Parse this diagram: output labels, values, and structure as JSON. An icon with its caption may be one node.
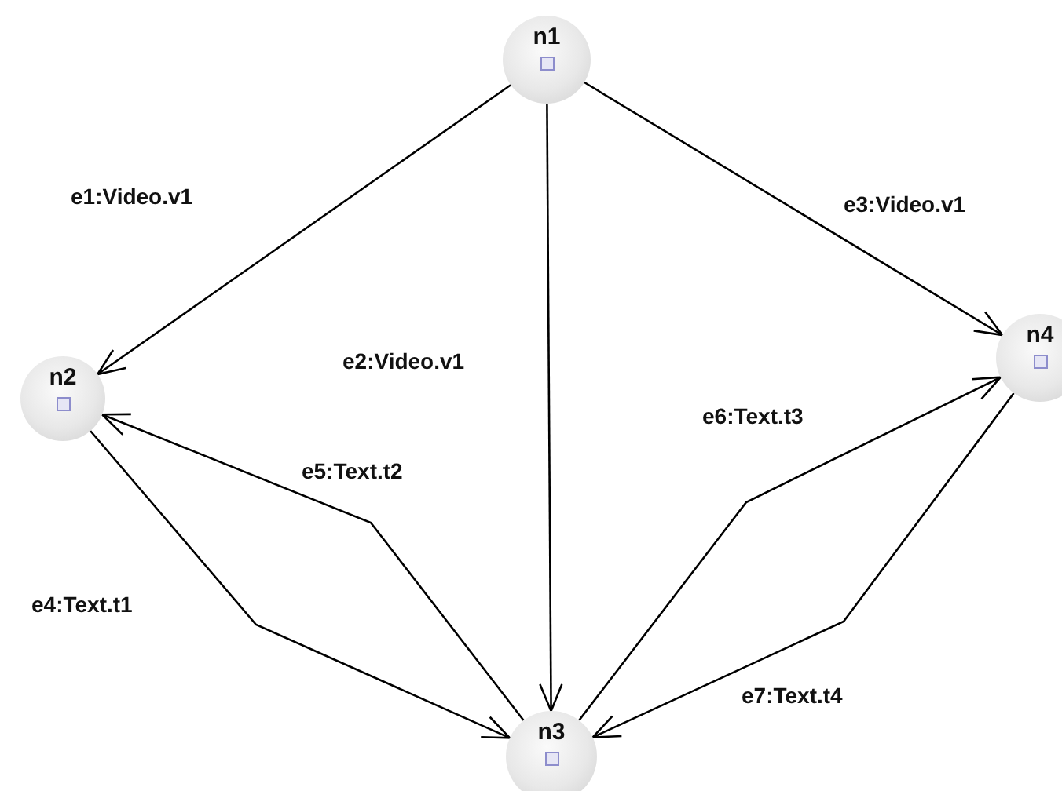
{
  "diagram": {
    "nodes": [
      {
        "text": [
          "n1"
        ]
      },
      {
        "text": [
          "n2"
        ]
      },
      {
        "text": [
          "n3"
        ]
      },
      {
        "text": [
          "n4"
        ]
      }
    ],
    "edges": [
      {
        "from": 0,
        "to": 1,
        "arrow": "to",
        "label": "e1:Video.v1"
      },
      {
        "from": 0,
        "to": 2,
        "arrow": "to",
        "label": "e2:Video.v1"
      },
      {
        "from": 0,
        "to": 3,
        "arrow": "to",
        "label": "e3:Video.v1"
      },
      {
        "from": 1,
        "to": 2,
        "arrow": "to",
        "label": "e4:Text.t1"
      },
      {
        "from": 2,
        "to": 1,
        "arrow": "to",
        "label": "e5:Text.t2"
      },
      {
        "from": 2,
        "to": 3,
        "arrow": "to",
        "label": "e6:Text.t3"
      },
      {
        "from": 3,
        "to": 2,
        "arrow": "to",
        "label": "e7:Text.t4"
      }
    ]
  }
}
